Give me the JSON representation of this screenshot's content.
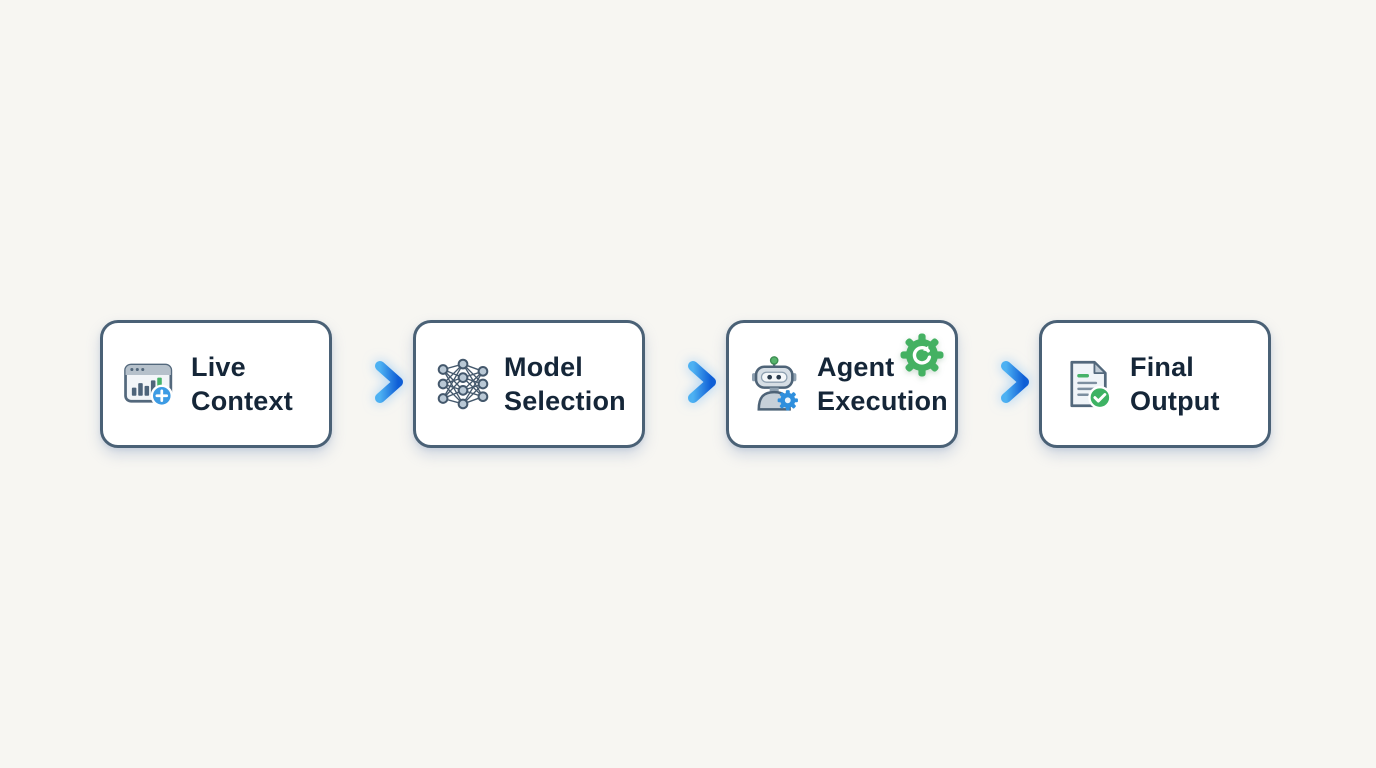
{
  "canvas": {
    "background": "#f7f6f2"
  },
  "palette": {
    "box_border": "#4a6176",
    "box_fill": "#ffffff",
    "label_text": "#152638",
    "arrow_gradient_start": "#4db1f2",
    "arrow_gradient_end": "#0f5ed6",
    "green_accent": "#44b162",
    "blue_accent": "#3d9be4",
    "icon_slate": "#53687c"
  },
  "flow": {
    "steps": [
      {
        "label_line1": "Live",
        "label_line2": "Context",
        "icon": "browser-analytics-plus-icon"
      },
      {
        "label_line1": "Model",
        "label_line2": "Selection",
        "icon": "neural-network-icon"
      },
      {
        "label_line1": "Agent",
        "label_line2": "Execution",
        "icon": "robot-gear-icon",
        "badge_icon": "gear-sync-icon"
      },
      {
        "label_line1": "Final",
        "label_line2": "Output",
        "icon": "document-check-icon"
      }
    ],
    "connectors": [
      "arrow-right-icon",
      "arrow-right-icon",
      "arrow-right-icon"
    ]
  }
}
